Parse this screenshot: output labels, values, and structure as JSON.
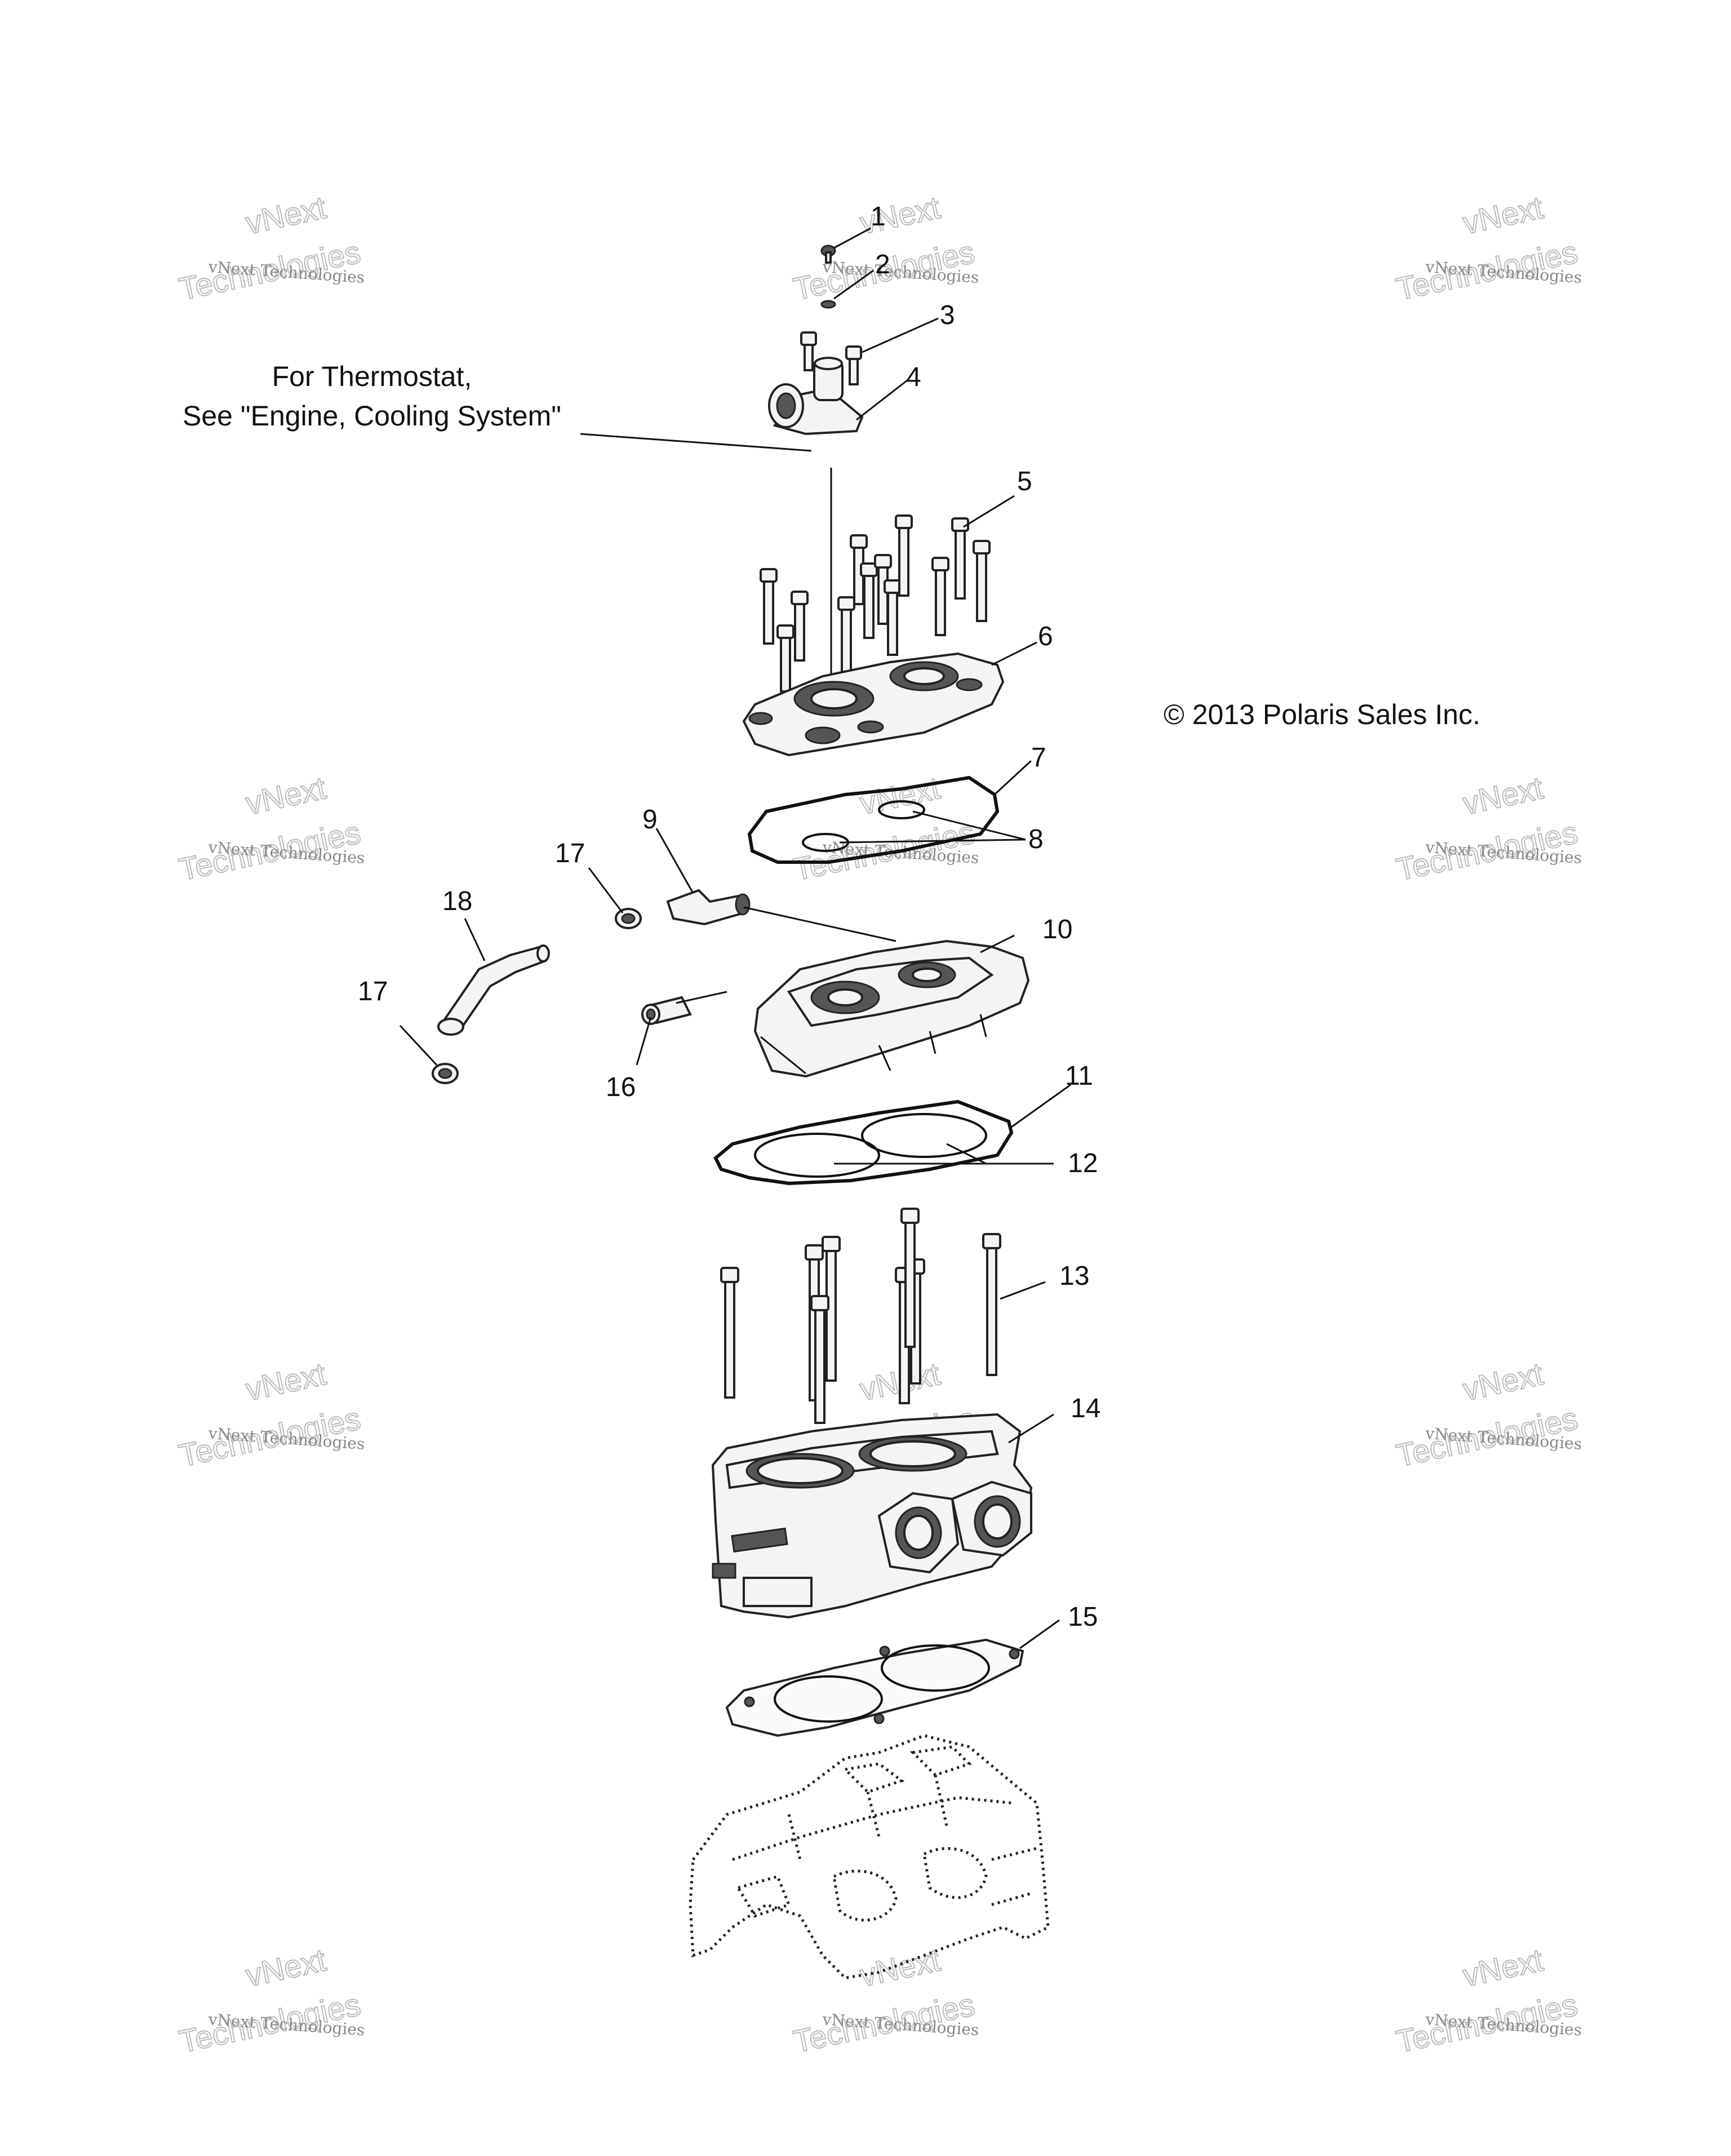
{
  "callouts": [
    {
      "id": "callout-1",
      "label": "1"
    },
    {
      "id": "callout-2",
      "label": "2"
    },
    {
      "id": "callout-3",
      "label": "3"
    },
    {
      "id": "callout-4",
      "label": "4"
    },
    {
      "id": "callout-5",
      "label": "5"
    },
    {
      "id": "callout-6",
      "label": "6"
    },
    {
      "id": "callout-7",
      "label": "7"
    },
    {
      "id": "callout-8",
      "label": "8"
    },
    {
      "id": "callout-9",
      "label": "9"
    },
    {
      "id": "callout-10",
      "label": "10"
    },
    {
      "id": "callout-11",
      "label": "11"
    },
    {
      "id": "callout-12",
      "label": "12"
    },
    {
      "id": "callout-13",
      "label": "13"
    },
    {
      "id": "callout-14",
      "label": "14"
    },
    {
      "id": "callout-15",
      "label": "15"
    },
    {
      "id": "callout-16",
      "label": "16"
    },
    {
      "id": "callout-17a",
      "label": "17"
    },
    {
      "id": "callout-17b",
      "label": "17"
    },
    {
      "id": "callout-18",
      "label": "18"
    }
  ],
  "note": {
    "line1": "For Thermostat,",
    "line2": "See \"Engine, Cooling System\""
  },
  "copyright": "© 2013 Polaris Sales Inc.",
  "watermark": {
    "line_small": "vNext Technologies",
    "big_word_1": "vNext",
    "big_word_2": "Technologies"
  }
}
